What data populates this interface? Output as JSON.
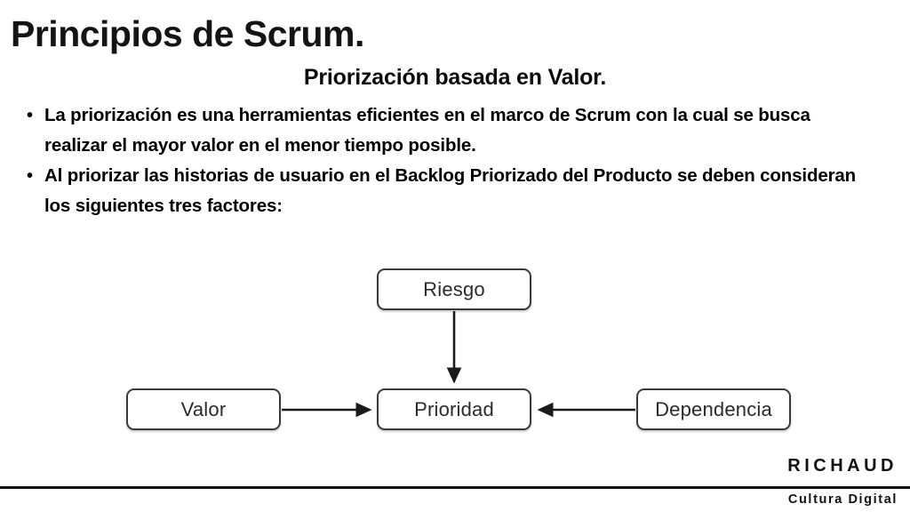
{
  "slide": {
    "title": "Principios de Scrum.",
    "subtitle": "Priorización basada en Valor.",
    "bullets": [
      "La priorización es una herramientas eficientes en el marco de Scrum con la cual se busca realizar el mayor valor en el menor tiempo posible.",
      "Al priorizar las historias de usuario en el Backlog Priorizado del Producto se deben consideran los siguientes tres factores:"
    ],
    "bullet_marker": "•"
  },
  "diagram": {
    "type": "flow",
    "nodes": [
      {
        "id": "riesgo",
        "label": "Riesgo"
      },
      {
        "id": "valor",
        "label": "Valor"
      },
      {
        "id": "prioridad",
        "label": "Prioridad"
      },
      {
        "id": "dependencia",
        "label": "Dependencia"
      }
    ],
    "edges": [
      {
        "from": "riesgo",
        "to": "prioridad",
        "direction": "down"
      },
      {
        "from": "valor",
        "to": "prioridad",
        "direction": "right"
      },
      {
        "from": "dependencia",
        "to": "prioridad",
        "direction": "left"
      }
    ],
    "colors": {
      "node_border": "#3a3a3a",
      "node_text": "#2b2b2b",
      "node_fill": "#ffffff",
      "arrow": "#1a1a1a"
    }
  },
  "footer": {
    "brand": "RICHAUD",
    "tagline": "Cultura Digital",
    "rule_color": "#111111"
  }
}
